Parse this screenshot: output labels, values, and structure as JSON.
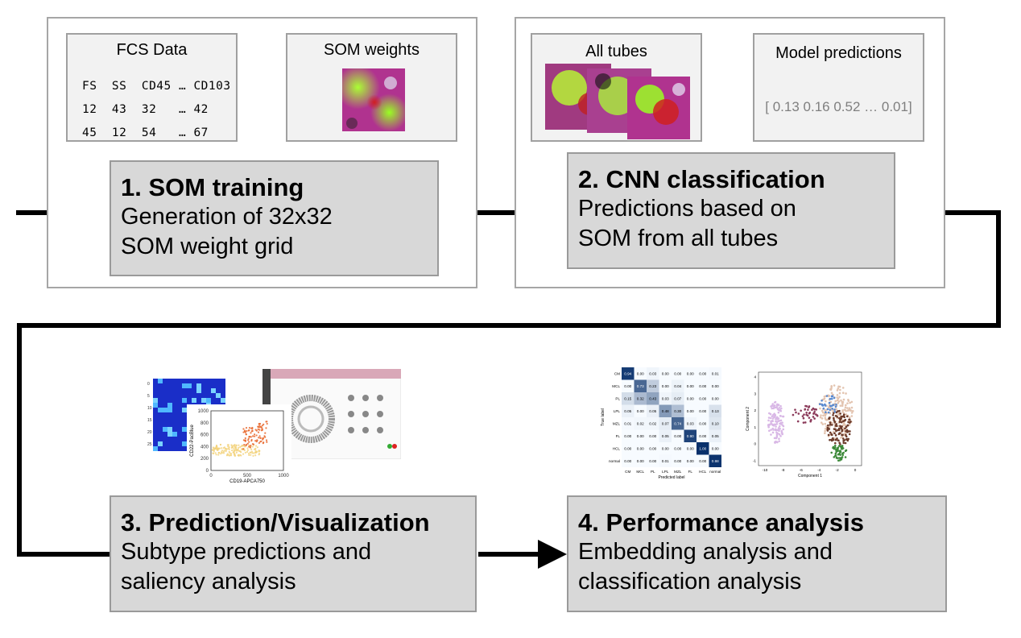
{
  "stages": [
    {
      "title": "1. SOM training",
      "desc": "Generation of 32x32\nSOM weight grid"
    },
    {
      "title": "2. CNN classification",
      "desc": "Predictions based on\nSOM from all tubes"
    },
    {
      "title": "3. Prediction/Visualization",
      "desc": "Subtype predictions and\nsaliency analysis"
    },
    {
      "title": "4. Performance analysis",
      "desc": "Embedding analysis and\nclassification analysis"
    }
  ],
  "fcs_panel": {
    "title": "FCS Data",
    "rows": [
      "FS  SS  CD45 … CD103",
      "12  43  32   … 42",
      "45  12  54   … 67"
    ]
  },
  "som_panel": {
    "title": "SOM weights"
  },
  "tubes_panel": {
    "title": "All tubes"
  },
  "predictions_panel": {
    "title": "Model predictions",
    "values": "[ 0.13 0.16 0.52 … 0.01]"
  },
  "scatter_plot": {
    "xlabel": "CD19-APCA750",
    "ylabel": "CD22-PacBlue",
    "xticks": [
      "0",
      "500",
      "1000"
    ],
    "yticks": [
      "0",
      "200",
      "400",
      "600",
      "800",
      "1000"
    ]
  },
  "confusion_matrix": {
    "labels": [
      "CM",
      "MCL",
      "PL",
      "LPL",
      "MZL",
      "FL",
      "HCL",
      "normal"
    ],
    "values": [
      [
        0.94,
        0.0,
        0.03,
        0.0,
        0.0,
        0.0,
        0.0,
        0.01
      ],
      [
        0.0,
        0.73,
        0.23,
        0.0,
        0.04,
        0.0,
        0.0,
        0.0
      ],
      [
        0.15,
        0.32,
        0.43,
        0.03,
        0.07,
        0.0,
        0.0,
        0.0
      ],
      [
        0.05,
        0.0,
        0.05,
        0.48,
        0.3,
        0.0,
        0.0,
        0.13
      ],
      [
        0.01,
        0.02,
        0.02,
        0.07,
        0.74,
        0.03,
        0.0,
        0.1
      ],
      [
        0.0,
        0.0,
        0.0,
        0.05,
        0.0,
        0.9,
        0.0,
        0.05
      ],
      [
        0.0,
        0.0,
        0.0,
        0.0,
        0.0,
        0.0,
        1.0,
        0.0
      ],
      [
        0.0,
        0.0,
        0.0,
        0.01,
        0.0,
        0.0,
        0.0,
        0.98
      ]
    ],
    "xlabel": "Predicted label",
    "ylabel": "True label"
  },
  "embedding_plot": {
    "xlabel": "Component 1",
    "ylabel": "Component 2",
    "xticks": [
      "-10",
      "-8",
      "-6",
      "-4",
      "-2",
      "0"
    ],
    "yticks": [
      "4",
      "3",
      "2",
      "1",
      "0",
      "-1"
    ]
  },
  "colors": {
    "stage_fill": "#d8d8d8",
    "panel_fill": "#f2f2f2",
    "flow_line": "#000000",
    "cm_dark": "#08306b",
    "cm_light": "#f7fbff"
  }
}
